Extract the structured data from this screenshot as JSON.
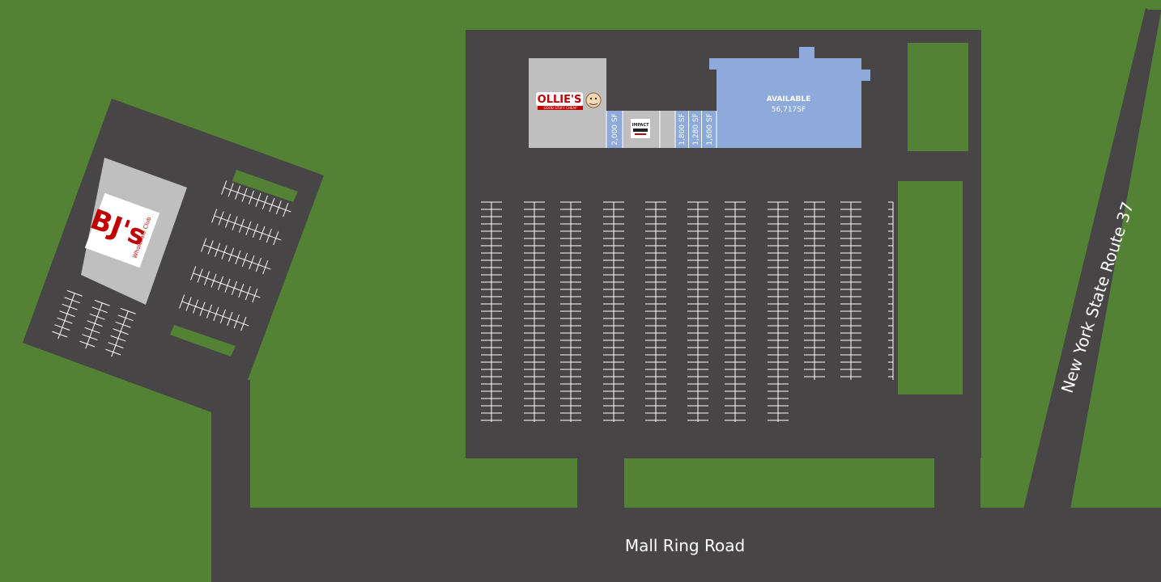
{
  "colors": {
    "grass": "#548235",
    "asphalt": "#474545",
    "available_unit": "#8eaadb",
    "anchor_building": "#bfbfbf",
    "stripe": "#ffffff",
    "bjs_red": "#c00000"
  },
  "roads": {
    "mall_ring_road": "Mall Ring Road",
    "route_37": "New York State Route 37"
  },
  "units": {
    "available_label": "AVAILABLE",
    "available_size": "56,717SF",
    "unit_2000": "2,000 SF",
    "unit_1800": "1,800 SF",
    "unit_1280": "1,280 SF",
    "unit_1600": "1,600 SF"
  },
  "tenants": {
    "ollies_name": "OLLIE'S",
    "ollies_tagline": "GOOD STUFF CHEAP",
    "bjs_name": "BJ's",
    "bjs_sub": "Wholesale Club",
    "tenant_small": "IMPACT"
  },
  "icons": [
    "ollies-mascot-icon",
    "bjs-logo-icon",
    "impact-logo-icon"
  ]
}
